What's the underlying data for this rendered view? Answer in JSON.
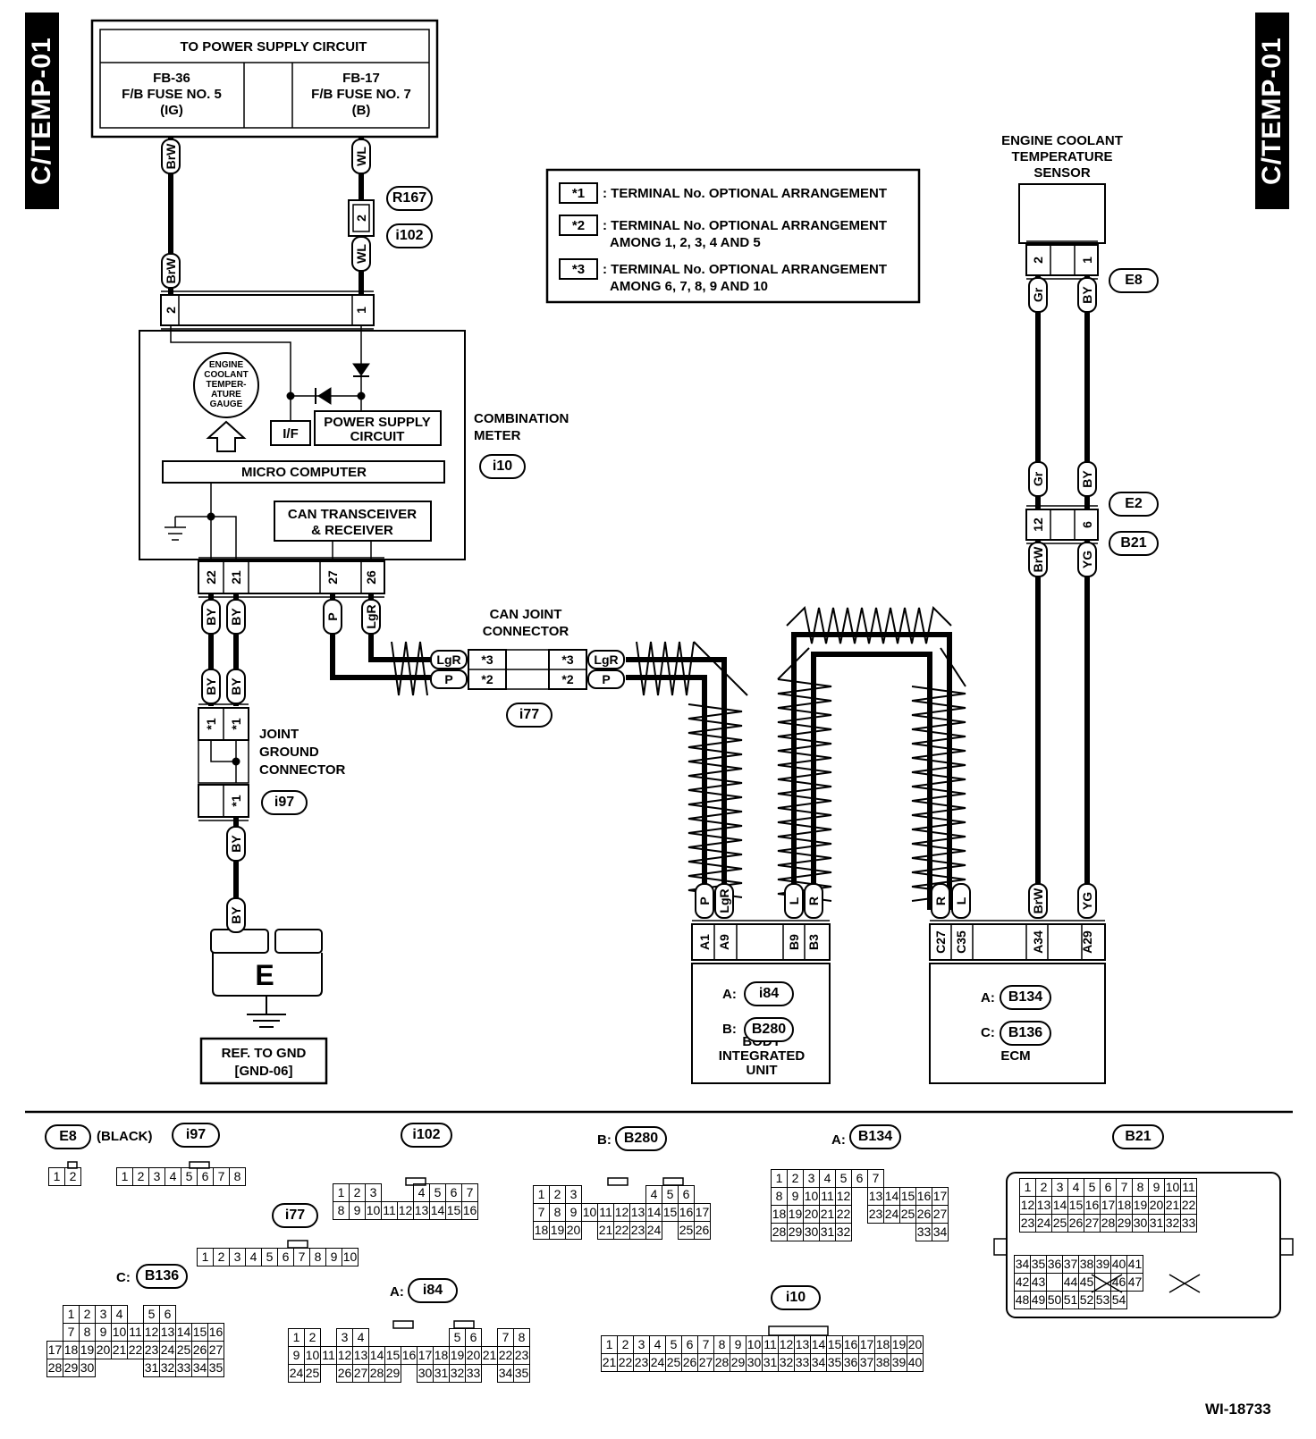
{
  "side_tab": "C/TEMP-01",
  "power_supply": {
    "header": "TO POWER SUPPLY CIRCUIT",
    "left": {
      "line1": "FB-36",
      "line2": "F/B FUSE NO. 5",
      "line3": "(IG)"
    },
    "right": {
      "line1": "FB-17",
      "line2": "F/B FUSE NO. 7",
      "line3": "(B)"
    }
  },
  "legend": [
    {
      "mark": "*1",
      "text": ": TERMINAL No. OPTIONAL ARRANGEMENT",
      "text2": ""
    },
    {
      "mark": "*2",
      "text": ": TERMINAL No. OPTIONAL ARRANGEMENT",
      "text2": "AMONG 1, 2, 3, 4 AND 5"
    },
    {
      "mark": "*3",
      "text": ": TERMINAL No. OPTIONAL ARRANGEMENT",
      "text2": "AMONG 6, 7, 8, 9 AND 10"
    }
  ],
  "wires": {
    "brw": "BrW",
    "wl": "WL",
    "by": "BY",
    "p": "P",
    "lgr": "LgR",
    "l": "L",
    "r": "R",
    "gr": "Gr",
    "yg": "YG"
  },
  "pins": {
    "one": "1",
    "two": "2",
    "six": "6",
    "twelve": "12",
    "i10_22": "22",
    "i10_21": "21",
    "i10_27": "27",
    "i10_26": "26",
    "star1": "*1",
    "star2": "*2",
    "star3": "*3",
    "a1": "A1",
    "a9": "A9",
    "b9": "B9",
    "b3": "B3",
    "c27": "C27",
    "c35": "C35",
    "a34": "A34",
    "a29": "A29"
  },
  "connectors": {
    "r167": "R167",
    "i102": "i102",
    "i10": "i10",
    "i77": "i77",
    "i97": "i97",
    "e8": "E8",
    "e2": "E2",
    "b21": "B21",
    "i84": "i84",
    "b280": "B280",
    "b134": "B134",
    "b136": "B136"
  },
  "combination_meter": {
    "label1": "COMBINATION",
    "label2": "METER",
    "gauge": [
      "ENGINE",
      "COOLANT",
      "TEMPER-",
      "ATURE",
      "GAUGE"
    ],
    "if": "I/F",
    "power1": "POWER SUPPLY",
    "power2": "CIRCUIT",
    "micro": "MICRO COMPUTER",
    "can1": "CAN TRANSCEIVER",
    "can2": "& RECEIVER"
  },
  "can_joint": {
    "line1": "CAN JOINT",
    "line2": "CONNECTOR"
  },
  "joint_ground": {
    "line1": "JOINT",
    "line2": "GROUND",
    "line3": "CONNECTOR"
  },
  "ground": {
    "letter": "E",
    "ref1": "REF. TO GND",
    "ref2": "[GND-06]"
  },
  "sensor": {
    "line1": "ENGINE COOLANT",
    "line2": "TEMPERATURE",
    "line3": "SENSOR"
  },
  "biu": {
    "a": "A:",
    "b": "B:",
    "line1": "BODY",
    "line2": "INTEGRATED",
    "line3": "UNIT"
  },
  "ecm": {
    "a": "A:",
    "c": "C:",
    "label": "ECM"
  },
  "bottom": {
    "e8_color": "(BLACK)",
    "b280_prefix": "B:",
    "b134_prefix": "A:",
    "b136_prefix": "C:",
    "i84_prefix": "A:"
  },
  "pinouts": {
    "e8": [
      [
        "1",
        "2"
      ]
    ],
    "i97": [
      [
        "1",
        "2",
        "3",
        "4",
        "5",
        "6",
        "7",
        "8"
      ]
    ],
    "i102": [
      [
        "1",
        "2",
        "3",
        "",
        "",
        "4",
        "5",
        "6",
        "7"
      ],
      [
        "8",
        "9",
        "10",
        "11",
        "12",
        "13",
        "14",
        "15",
        "16"
      ]
    ],
    "i77": [
      [
        "1",
        "2",
        "3",
        "4",
        "5",
        "6",
        "7",
        "8",
        "9",
        "10"
      ]
    ],
    "b280": [
      [
        "1",
        "2",
        "3",
        "",
        "",
        "",
        "",
        "4",
        "5",
        "6"
      ],
      [
        "7",
        "8",
        "9",
        "10",
        "11",
        "12",
        "13",
        "14",
        "15",
        "16",
        "17"
      ],
      [
        "18",
        "19",
        "20",
        "",
        "21",
        "22",
        "23",
        "24",
        "",
        "25",
        "26"
      ]
    ],
    "b134": [
      [
        "1",
        "2",
        "3",
        "4",
        "5",
        "6",
        "7"
      ],
      [
        "8",
        "9",
        "10",
        "11",
        "12",
        "",
        "13",
        "14",
        "15",
        "16",
        "17"
      ],
      [
        "18",
        "19",
        "20",
        "21",
        "22",
        "",
        "23",
        "24",
        "25",
        "26",
        "27"
      ],
      [
        "28",
        "29",
        "30",
        "31",
        "32",
        "",
        "",
        "",
        "",
        "33",
        "34"
      ]
    ],
    "b21_upper": [
      [
        "1",
        "2",
        "3",
        "4",
        "5",
        "6",
        "7",
        "8",
        "9",
        "10",
        "11"
      ],
      [
        "12",
        "13",
        "14",
        "15",
        "16",
        "17",
        "18",
        "19",
        "20",
        "21",
        "22"
      ],
      [
        "23",
        "24",
        "25",
        "26",
        "27",
        "28",
        "29",
        "30",
        "31",
        "32",
        "33"
      ]
    ],
    "b21_lower": [
      [
        "34",
        "35",
        "36",
        "37",
        "38",
        "39",
        "40",
        "41"
      ],
      [
        "42",
        "43",
        "",
        "44",
        "45",
        "",
        "46",
        "47"
      ],
      [
        "48",
        "49",
        "50",
        "51",
        "52",
        "53",
        "54"
      ]
    ],
    "b136": [
      [
        "",
        "1",
        "2",
        "3",
        "4",
        "",
        "5",
        "6"
      ],
      [
        "",
        "7",
        "8",
        "9",
        "10",
        "11",
        "12",
        "13",
        "14",
        "15",
        "16"
      ],
      [
        "17",
        "18",
        "19",
        "20",
        "21",
        "22",
        "23",
        "24",
        "25",
        "26",
        "27"
      ],
      [
        "28",
        "29",
        "30",
        "",
        "",
        "",
        "31",
        "32",
        "33",
        "34",
        "35"
      ]
    ],
    "i84": [
      [
        "1",
        "2",
        "",
        "3",
        "4",
        "",
        "",
        "",
        "",
        "",
        "5",
        "6",
        "",
        "7",
        "8"
      ],
      [
        "9",
        "10",
        "11",
        "12",
        "13",
        "14",
        "15",
        "16",
        "17",
        "18",
        "19",
        "20",
        "21",
        "22",
        "23"
      ],
      [
        "24",
        "25",
        "",
        "26",
        "27",
        "28",
        "29",
        "",
        "30",
        "31",
        "32",
        "33",
        "",
        "34",
        "35"
      ]
    ],
    "i10": [
      [
        "1",
        "2",
        "3",
        "4",
        "5",
        "6",
        "7",
        "8",
        "9",
        "10",
        "11",
        "12",
        "13",
        "14",
        "15",
        "16",
        "17",
        "18",
        "19",
        "20"
      ],
      [
        "21",
        "22",
        "23",
        "24",
        "25",
        "26",
        "27",
        "28",
        "29",
        "30",
        "31",
        "32",
        "33",
        "34",
        "35",
        "36",
        "37",
        "38",
        "39",
        "40"
      ]
    ]
  },
  "figure_id": "WI-18733"
}
